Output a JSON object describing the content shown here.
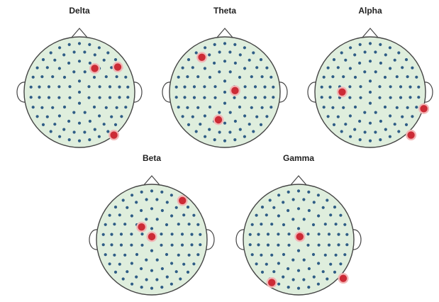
{
  "bands": [
    {
      "label": "Delta",
      "active_sites": 3
    },
    {
      "label": "Theta",
      "active_sites": 3
    },
    {
      "label": "Alpha",
      "active_sites": 3
    },
    {
      "label": "Beta",
      "active_sites": 3
    },
    {
      "label": "Gamma",
      "active_sites": 3
    }
  ],
  "colors": {
    "scalp_fill": "#dfeedd",
    "outline": "#444444",
    "electrode": "#2f5d86",
    "active_electrode": "#cc2b36",
    "active_ring": "#f2b6b6"
  }
}
